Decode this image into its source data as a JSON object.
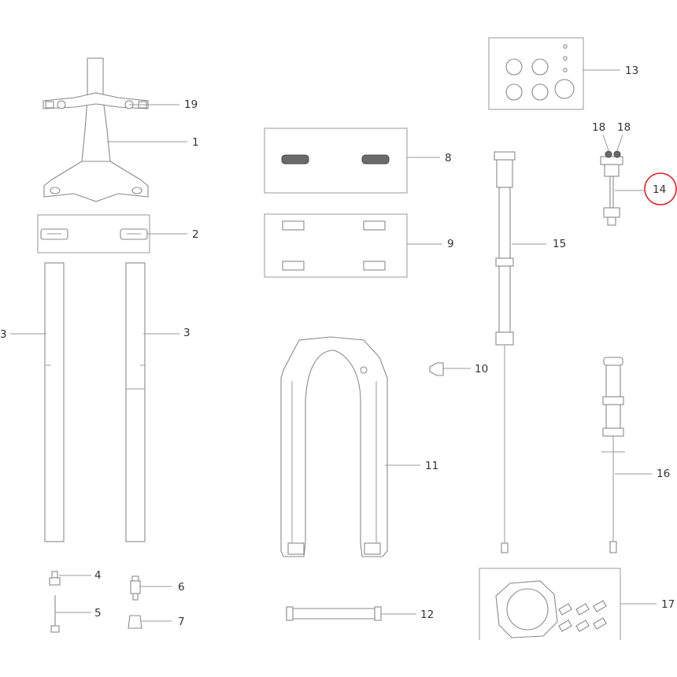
{
  "callouts": [
    {
      "id": "1",
      "label": "1"
    },
    {
      "id": "2",
      "label": "2"
    },
    {
      "id": "3a",
      "label": "3"
    },
    {
      "id": "3b",
      "label": "3"
    },
    {
      "id": "4",
      "label": "4"
    },
    {
      "id": "5",
      "label": "5"
    },
    {
      "id": "6",
      "label": "6"
    },
    {
      "id": "7",
      "label": "7"
    },
    {
      "id": "8",
      "label": "8"
    },
    {
      "id": "9",
      "label": "9"
    },
    {
      "id": "10",
      "label": "10"
    },
    {
      "id": "11",
      "label": "11"
    },
    {
      "id": "12",
      "label": "12"
    },
    {
      "id": "13",
      "label": "13"
    },
    {
      "id": "14",
      "label": "14"
    },
    {
      "id": "15",
      "label": "15"
    },
    {
      "id": "16",
      "label": "16"
    },
    {
      "id": "17",
      "label": "17"
    },
    {
      "id": "18a",
      "label": "18"
    },
    {
      "id": "18b",
      "label": "18"
    },
    {
      "id": "19",
      "label": "19"
    }
  ],
  "highlight": {
    "callout": "14",
    "color": "#d9232a"
  }
}
